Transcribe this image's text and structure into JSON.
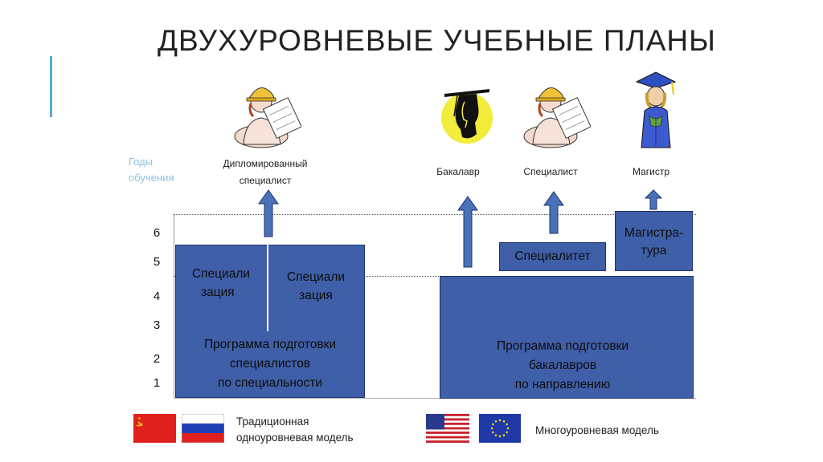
{
  "title": "ДВУХУРОВНЕВЫЕ УЧЕБНЫЕ ПЛАНЫ",
  "axis": {
    "label_line1": "Годы",
    "label_line2": "обучения",
    "ticks": [
      "6",
      "5",
      "4",
      "3",
      "2",
      "1"
    ]
  },
  "traditional": {
    "outcome_line1": "Дипломированный",
    "outcome_line2": "специалист",
    "spec_left_line1": "Специали",
    "spec_left_line2": "зация",
    "spec_right_line1": "Специали",
    "spec_right_line2": "зация",
    "program_line1": "Программа подготовки",
    "program_line2": "специалистов",
    "program_line3": "по специальности"
  },
  "multilevel": {
    "bachelor_label": "Бакалавр",
    "specialist_label": "Специалист",
    "master_label": "Магистр",
    "specialitet_box": "Специалитет",
    "magistratura_line1": "Магистра-",
    "magistratura_line2": "тура",
    "program_line1": "Программа подготовки",
    "program_line2": "бакалавров",
    "program_line3": "по направлению"
  },
  "legend": {
    "traditional_line1": "Традиционная",
    "traditional_line2": "одноуровневая модель",
    "multilevel_label": "Многоуровневая модель"
  },
  "icons": {
    "engineer_left": "engineer-with-blueprints-icon",
    "graduate_silhouette": "graduate-silhouette-icon",
    "engineer_right": "engineer-with-blueprints-icon",
    "master_graduate": "graduate-in-gown-icon",
    "flag_ussr": "ussr-flag-icon",
    "flag_russia": "russia-flag-icon",
    "flag_usa": "usa-flag-icon",
    "flag_eu": "eu-flag-icon"
  },
  "colors": {
    "box_fill": "#3f5fa8",
    "arrow_fill": "#4a72b8",
    "axis_label": "#8ec1e3",
    "accent": "#58a8d8"
  }
}
